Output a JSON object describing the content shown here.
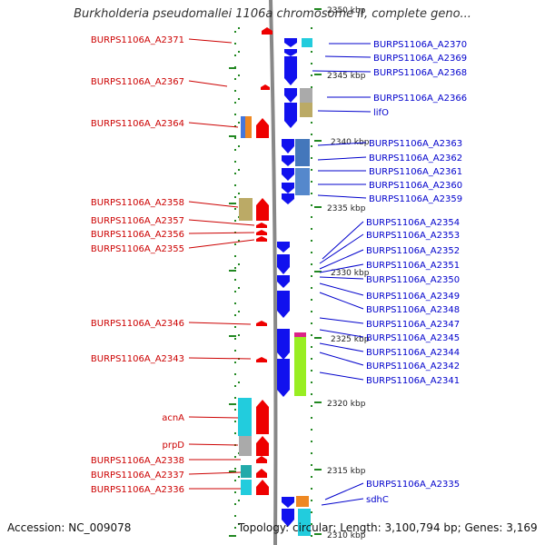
{
  "title": "Burkholderia pseudomallei 1106a chromosome II, complete geno...",
  "footer": {
    "accession": "Accession: NC_009078",
    "topology": "Topology: circular; Length: 3,100,794 bp; Genes: 3,169"
  },
  "colors": {
    "left_label": "#cc0000",
    "right_label": "#0000cc",
    "left_arrow": "#ee0000",
    "right_arrow": "#1111ee",
    "backbone": "#888888",
    "tick": "#228822"
  },
  "ticks": [
    "2350 kbp",
    "2345 kbp",
    "2340 kbp",
    "2335 kbp",
    "2330 kbp",
    "2325 kbp",
    "2320 kbp",
    "2315 kbp",
    "2310 kbp"
  ],
  "left_labels": [
    "BURPS1106A_A2371",
    "BURPS1106A_A2367",
    "BURPS1106A_A2364",
    "BURPS1106A_A2358",
    "BURPS1106A_A2357",
    "BURPS1106A_A2356",
    "BURPS1106A_A2355",
    "BURPS1106A_A2346",
    "BURPS1106A_A2343",
    "acnA",
    "prpD",
    "BURPS1106A_A2338",
    "BURPS1106A_A2337",
    "BURPS1106A_A2336"
  ],
  "right_labels": [
    "BURPS1106A_A2370",
    "BURPS1106A_A2369",
    "BURPS1106A_A2368",
    "BURPS1106A_A2366",
    "lifO",
    "BURPS1106A_A2363",
    "BURPS1106A_A2362",
    "BURPS1106A_A2361",
    "BURPS1106A_A2360",
    "BURPS1106A_A2359",
    "BURPS1106A_A2354",
    "BURPS1106A_A2353",
    "BURPS1106A_A2352",
    "BURPS1106A_A2351",
    "BURPS1106A_A2350",
    "BURPS1106A_A2349",
    "BURPS1106A_A2348",
    "BURPS1106A_A2347",
    "BURPS1106A_A2345",
    "BURPS1106A_A2344",
    "BURPS1106A_A2342",
    "BURPS1106A_A2341",
    "BURPS1106A_A2335",
    "sdhC"
  ]
}
